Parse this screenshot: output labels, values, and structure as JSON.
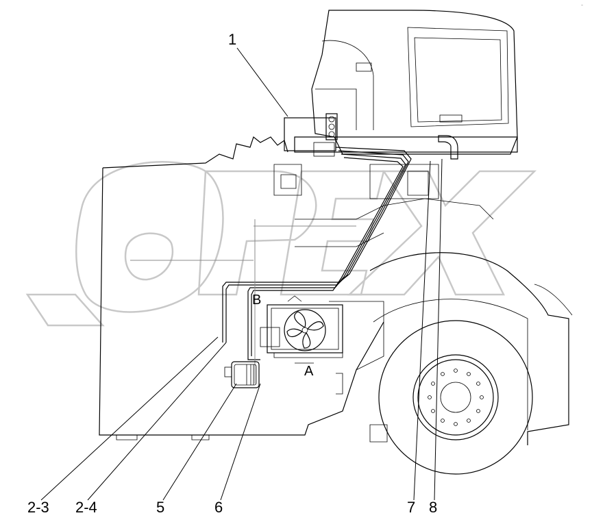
{
  "callouts": {
    "c1": "1",
    "c2_3": "2-3",
    "c2_4": "2-4",
    "c5": "5",
    "c6": "6",
    "c7": "7",
    "c8": "8"
  },
  "view_markers": {
    "a": "A",
    "b": "B"
  },
  "watermark_text": "OPEX"
}
